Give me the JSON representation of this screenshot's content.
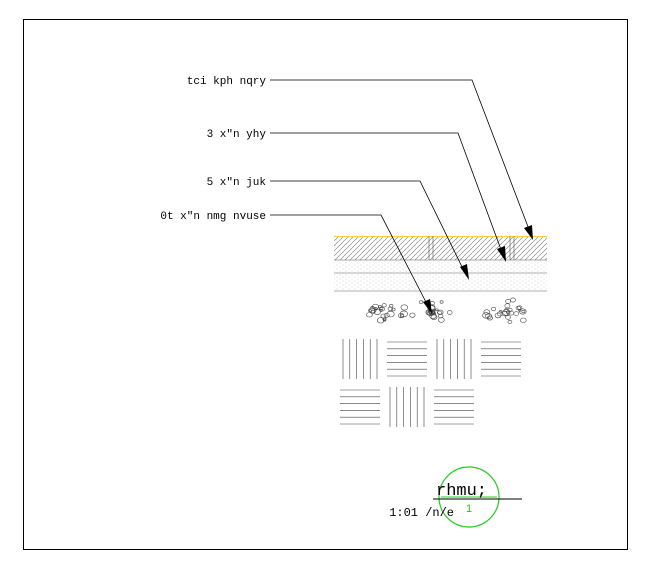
{
  "labels": {
    "layer1": "tci kph nqry",
    "layer2": "3 x\"n yhy",
    "layer3": "5 x\"n juk",
    "layer4": "0t x\"n nmg nvuse"
  },
  "detail": {
    "title": "rhmu;",
    "scale": "1:01 /n/e",
    "number_top": "",
    "number_bottom": "1"
  },
  "colors": {
    "line": "#000000",
    "highlight": "#f0d23c",
    "bubble": "#22cc22"
  }
}
